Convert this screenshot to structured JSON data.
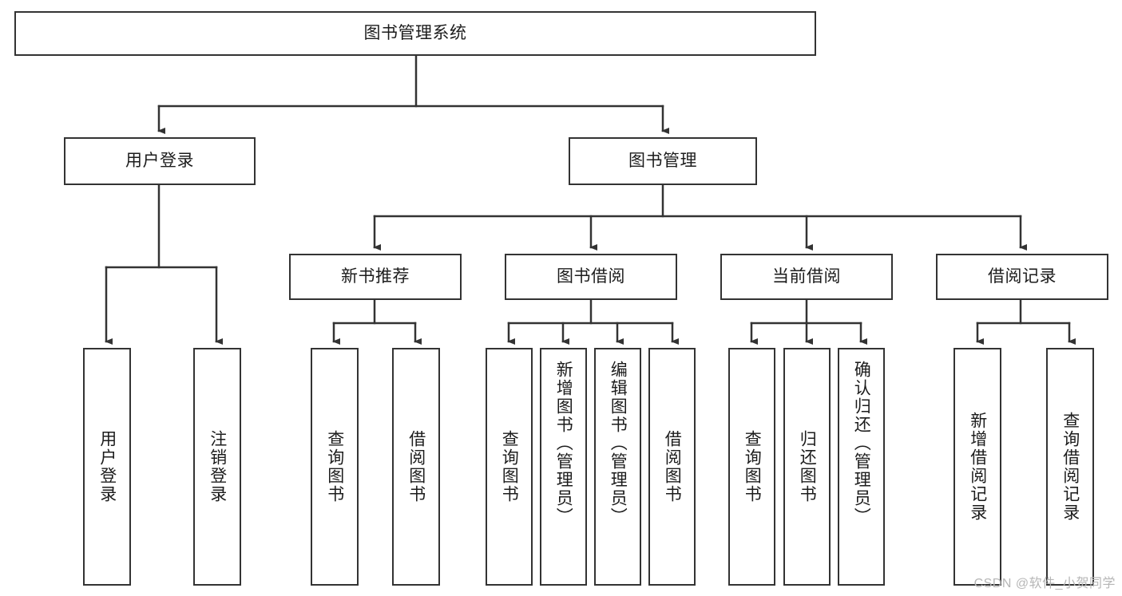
{
  "diagram": {
    "title": "图书管理系统",
    "type": "tree-hierarchy-chart",
    "root": {
      "id": "root",
      "label": "图书管理系统"
    },
    "level1": [
      {
        "id": "user-login",
        "label": "用户登录"
      },
      {
        "id": "book-management",
        "label": "图书管理"
      }
    ],
    "level2": [
      {
        "id": "new-book-recommend",
        "label": "新书推荐",
        "parent": "book-management"
      },
      {
        "id": "book-borrow",
        "label": "图书借阅",
        "parent": "book-management"
      },
      {
        "id": "current-borrow",
        "label": "当前借阅",
        "parent": "book-management"
      },
      {
        "id": "borrow-record",
        "label": "借阅记录",
        "parent": "book-management"
      }
    ],
    "leaves": {
      "user_login": [
        {
          "id": "leaf-user-login",
          "label": "用户登录"
        },
        {
          "id": "leaf-logout-login",
          "label": "注销登录"
        }
      ],
      "new_book_recommend": [
        {
          "id": "leaf-query-book-1",
          "label": "查询图书"
        },
        {
          "id": "leaf-borrow-book-1",
          "label": "借阅图书"
        }
      ],
      "book_borrow": [
        {
          "id": "leaf-query-book-2",
          "label": "查询图书"
        },
        {
          "id": "leaf-add-book",
          "label": "新增图书（管理员）"
        },
        {
          "id": "leaf-edit-book",
          "label": "编辑图书（管理员）"
        },
        {
          "id": "leaf-borrow-book-2",
          "label": "借阅图书"
        }
      ],
      "current_borrow": [
        {
          "id": "leaf-query-book-3",
          "label": "查询图书"
        },
        {
          "id": "leaf-return-book",
          "label": "归还图书"
        },
        {
          "id": "leaf-confirm-return",
          "label": "确认归还（管理员）"
        }
      ],
      "borrow_record": [
        {
          "id": "leaf-add-record",
          "label": "新增借阅记录"
        },
        {
          "id": "leaf-query-record",
          "label": "查询借阅记录"
        }
      ]
    },
    "colors": {
      "background": "#ffffff",
      "node_fill": "#ffffff",
      "node_border": "#333333",
      "edge": "#333333",
      "text": "#1c1c1c",
      "watermark": "#b6b6b6"
    }
  },
  "watermark": {
    "text": "CSDN @软件_小贺同学"
  }
}
